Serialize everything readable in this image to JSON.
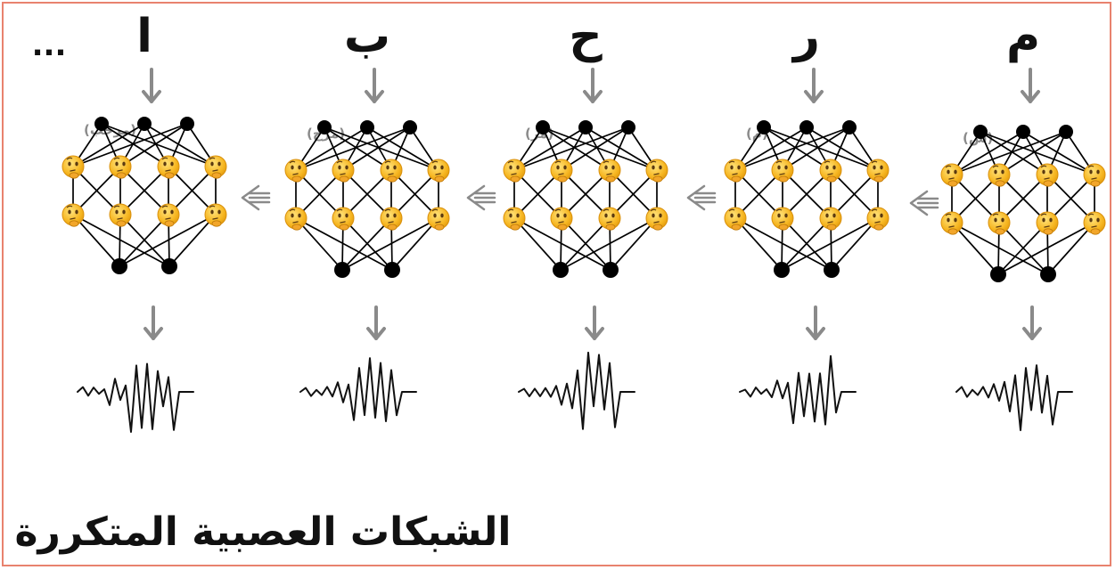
{
  "colors": {
    "border": "#e8826e",
    "node": "#000000",
    "neuron": "#f6b51f",
    "arrow": "#8a8a8a",
    "text": "#111111"
  },
  "icons": {
    "input_arrow": "down-arrow-icon",
    "output_arrow": "down-arrow-icon",
    "recurrent_arrow": "left-triple-arrow-icon",
    "neuron": "thinking-face-emoji"
  },
  "ellipsis": "...",
  "steps": [
    {
      "letter": "م",
      "context": "(س)"
    },
    {
      "letter": "ر",
      "context": "(م)"
    },
    {
      "letter": "ح",
      "context": "(مر)"
    },
    {
      "letter": "ب",
      "context": "(مرح)"
    },
    {
      "letter": "ا",
      "context": "(مرحب)"
    }
  ],
  "title": "الشبكات العصبية المتكررة"
}
